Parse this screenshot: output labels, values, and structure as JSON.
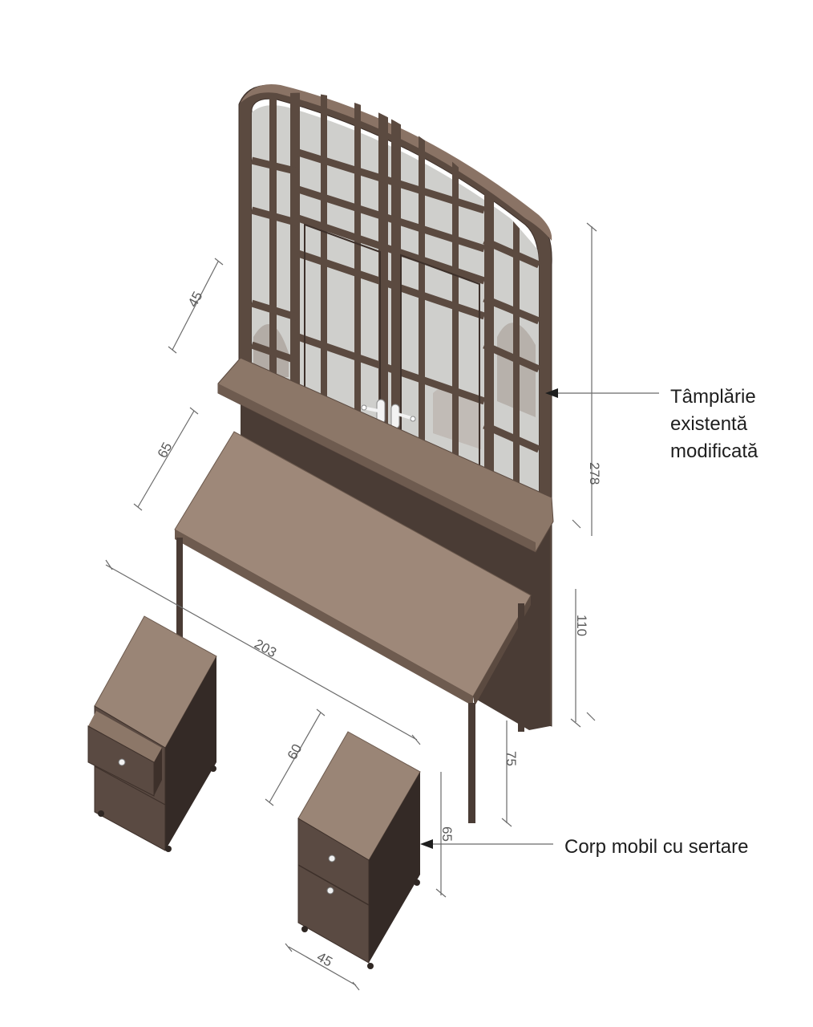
{
  "colors": {
    "frame": "#5b4a40",
    "frame_dark": "#3d302a",
    "frame_light": "#7a6558",
    "glass": "#c9c9c6",
    "top": "#9c8778",
    "top_dark": "#7d6a5d",
    "side": "#3a302c",
    "front": "#5a4a42",
    "dimension": "#6b6b6b",
    "callout": "#1e1e1e"
  },
  "dimensions": {
    "glazing_depth": "45",
    "shelf_depth": "65",
    "desk_length": "203",
    "cabinet_depth": "60",
    "total_height": "278",
    "sill_height": "110",
    "desk_height": "75",
    "cabinet_height": "65",
    "cabinet_width": "45"
  },
  "callouts": {
    "joinery_line1": "Tâmplărie",
    "joinery_line2": "existentă",
    "joinery_line3": "modificată",
    "cabinet": "Corp mobil cu sertare"
  },
  "icons": {
    "handle": "door-handle-icon",
    "knob": "drawer-knob-icon",
    "arrow": "arrowhead-icon"
  }
}
